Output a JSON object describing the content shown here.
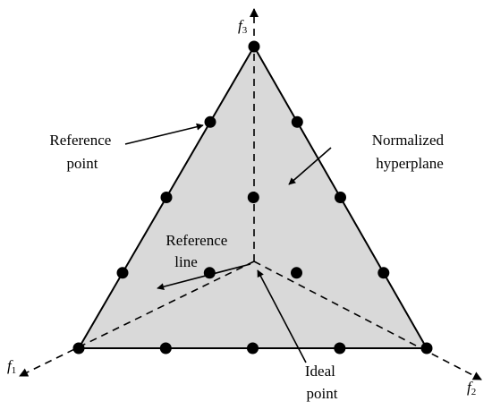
{
  "colors": {
    "plane_fill": "#d9d9d9",
    "stroke": "#000000",
    "point": "#000000"
  },
  "axes": {
    "f1": {
      "symbol": "f",
      "subscript": "1"
    },
    "f2": {
      "symbol": "f",
      "subscript": "2"
    },
    "f3": {
      "symbol": "f",
      "subscript": "3"
    }
  },
  "labels": {
    "reference_point": [
      "Reference",
      "point"
    ],
    "normalized_hyperplane": [
      "Normalized",
      "hyperplane"
    ],
    "reference_line": [
      "Reference",
      "line"
    ],
    "ideal_point": [
      "Ideal",
      "point"
    ]
  },
  "reference_points_per_edge": 5,
  "interior_reference_point_count": 3
}
